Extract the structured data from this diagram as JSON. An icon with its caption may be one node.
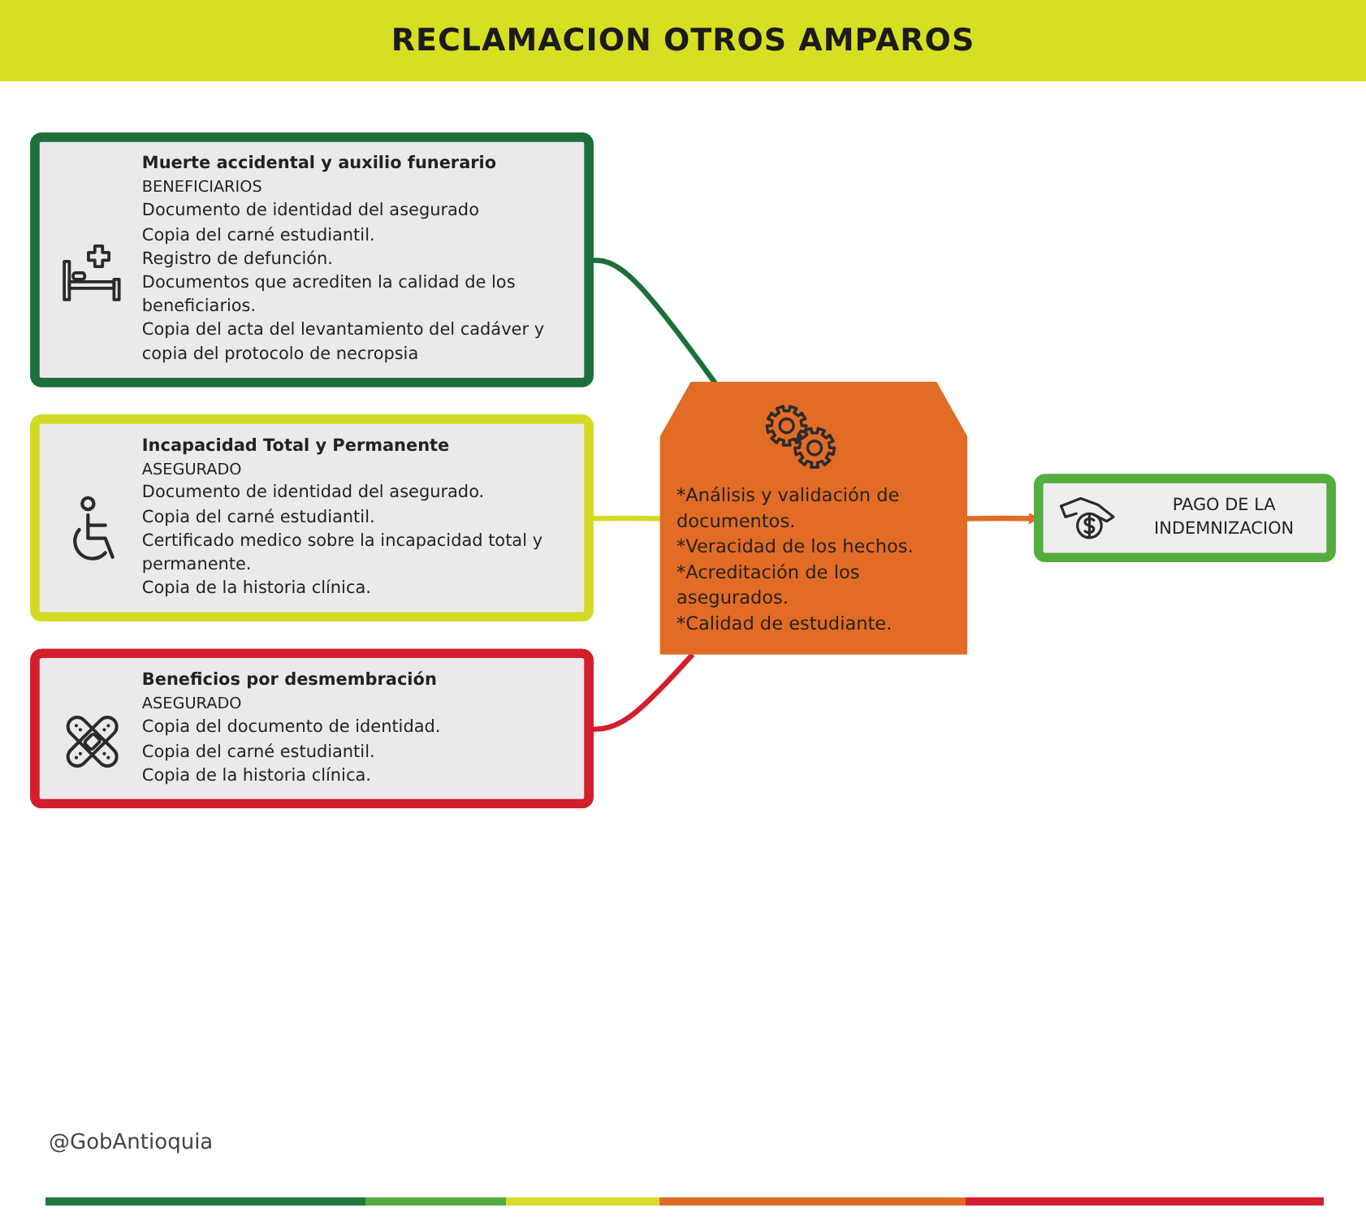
{
  "diagram": {
    "title": "RECLAMACION OTROS AMPAROS",
    "nodes": [
      {
        "text": [
          "Muerte accidental y auxilio funerario",
          "BENEFICIARIOS",
          "Documento de identidad del asegurado",
          "Copia del carné estudiantil.",
          "Registro de defunción.",
          "Documentos que acrediten la calidad de los beneficiarios.",
          "Copia del acta del levantamiento del cadáver y copia del protocolo de necropsia"
        ]
      },
      {
        "text": [
          "Incapacidad Total y Permanente",
          "ASEGURADO",
          "Documento de identidad del asegurado.",
          "Copia del carné estudiantil.",
          "Certificado medico sobre la incapacidad total y permanente.",
          "Copia de la historia clínica."
        ]
      },
      {
        "text": [
          "Beneficios por desmembración",
          "ASEGURADO",
          "Copia del documento de identidad.",
          "Copia del carné estudiantil.",
          "Copia de la historia clínica."
        ]
      },
      {
        "text": [
          "*Análisis y validación de documentos.",
          "*Veracidad de los hechos.",
          "*Acreditación de los asegurados.",
          "*Calidad de estudiante."
        ]
      },
      {
        "text": [
          "PAGO DE LA INDEMNIZACION"
        ]
      }
    ],
    "edges": [
      {
        "from": 0,
        "to": 3,
        "arrow": "none",
        "color": "#1d6f3a"
      },
      {
        "from": 1,
        "to": 3,
        "arrow": "none",
        "color": "#d3da26"
      },
      {
        "from": 2,
        "to": 3,
        "arrow": "none",
        "color": "#d21f2b"
      },
      {
        "from": 3,
        "to": 4,
        "arrow": "to",
        "color": "#e26b25"
      }
    ],
    "labels": [
      "@GobAntioquia"
    ]
  }
}
